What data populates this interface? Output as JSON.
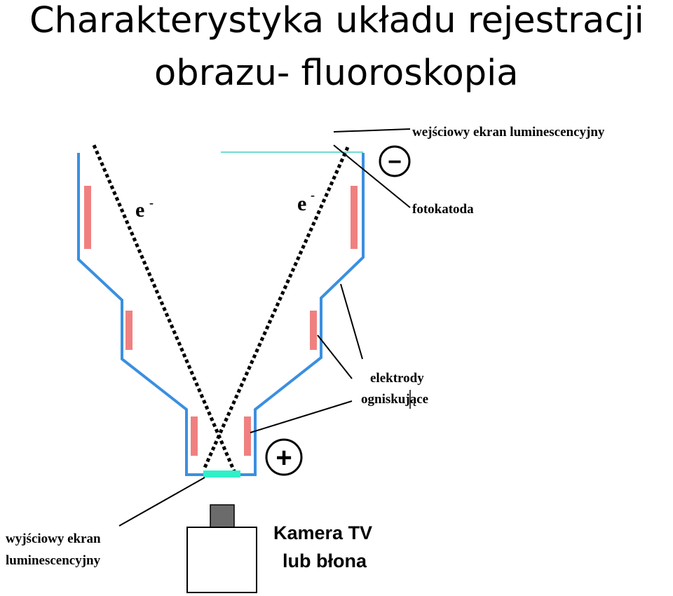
{
  "title": {
    "line1": "Charakterystyka układu rejestracji",
    "line2": "obrazu- fluoroskopia"
  },
  "diagram": {
    "labels": {
      "input_screen": "wejściowy ekran luminescencyjny",
      "photocathode": "fotokatoda",
      "electrodes_line1": "elektrody",
      "electrodes_line2": "ogniskujące",
      "output_screen_line1": "wyjściowy ekran",
      "output_screen_line2": "luminescencyjny",
      "camera_line1": "Kamera TV",
      "camera_line2": "lub błona",
      "electron_left": "e",
      "electron_right": "e",
      "electron_superscript": "-",
      "negative_terminal": "−",
      "positive_terminal": "+"
    },
    "colors": {
      "tube_outline": "#3a8fe0",
      "electrode": "#f08080",
      "output_screen": "#2ff0c8",
      "input_screen_line": "#40d0c0",
      "camera_lens": "#6b6b6b",
      "electron_path": "#000000"
    }
  }
}
